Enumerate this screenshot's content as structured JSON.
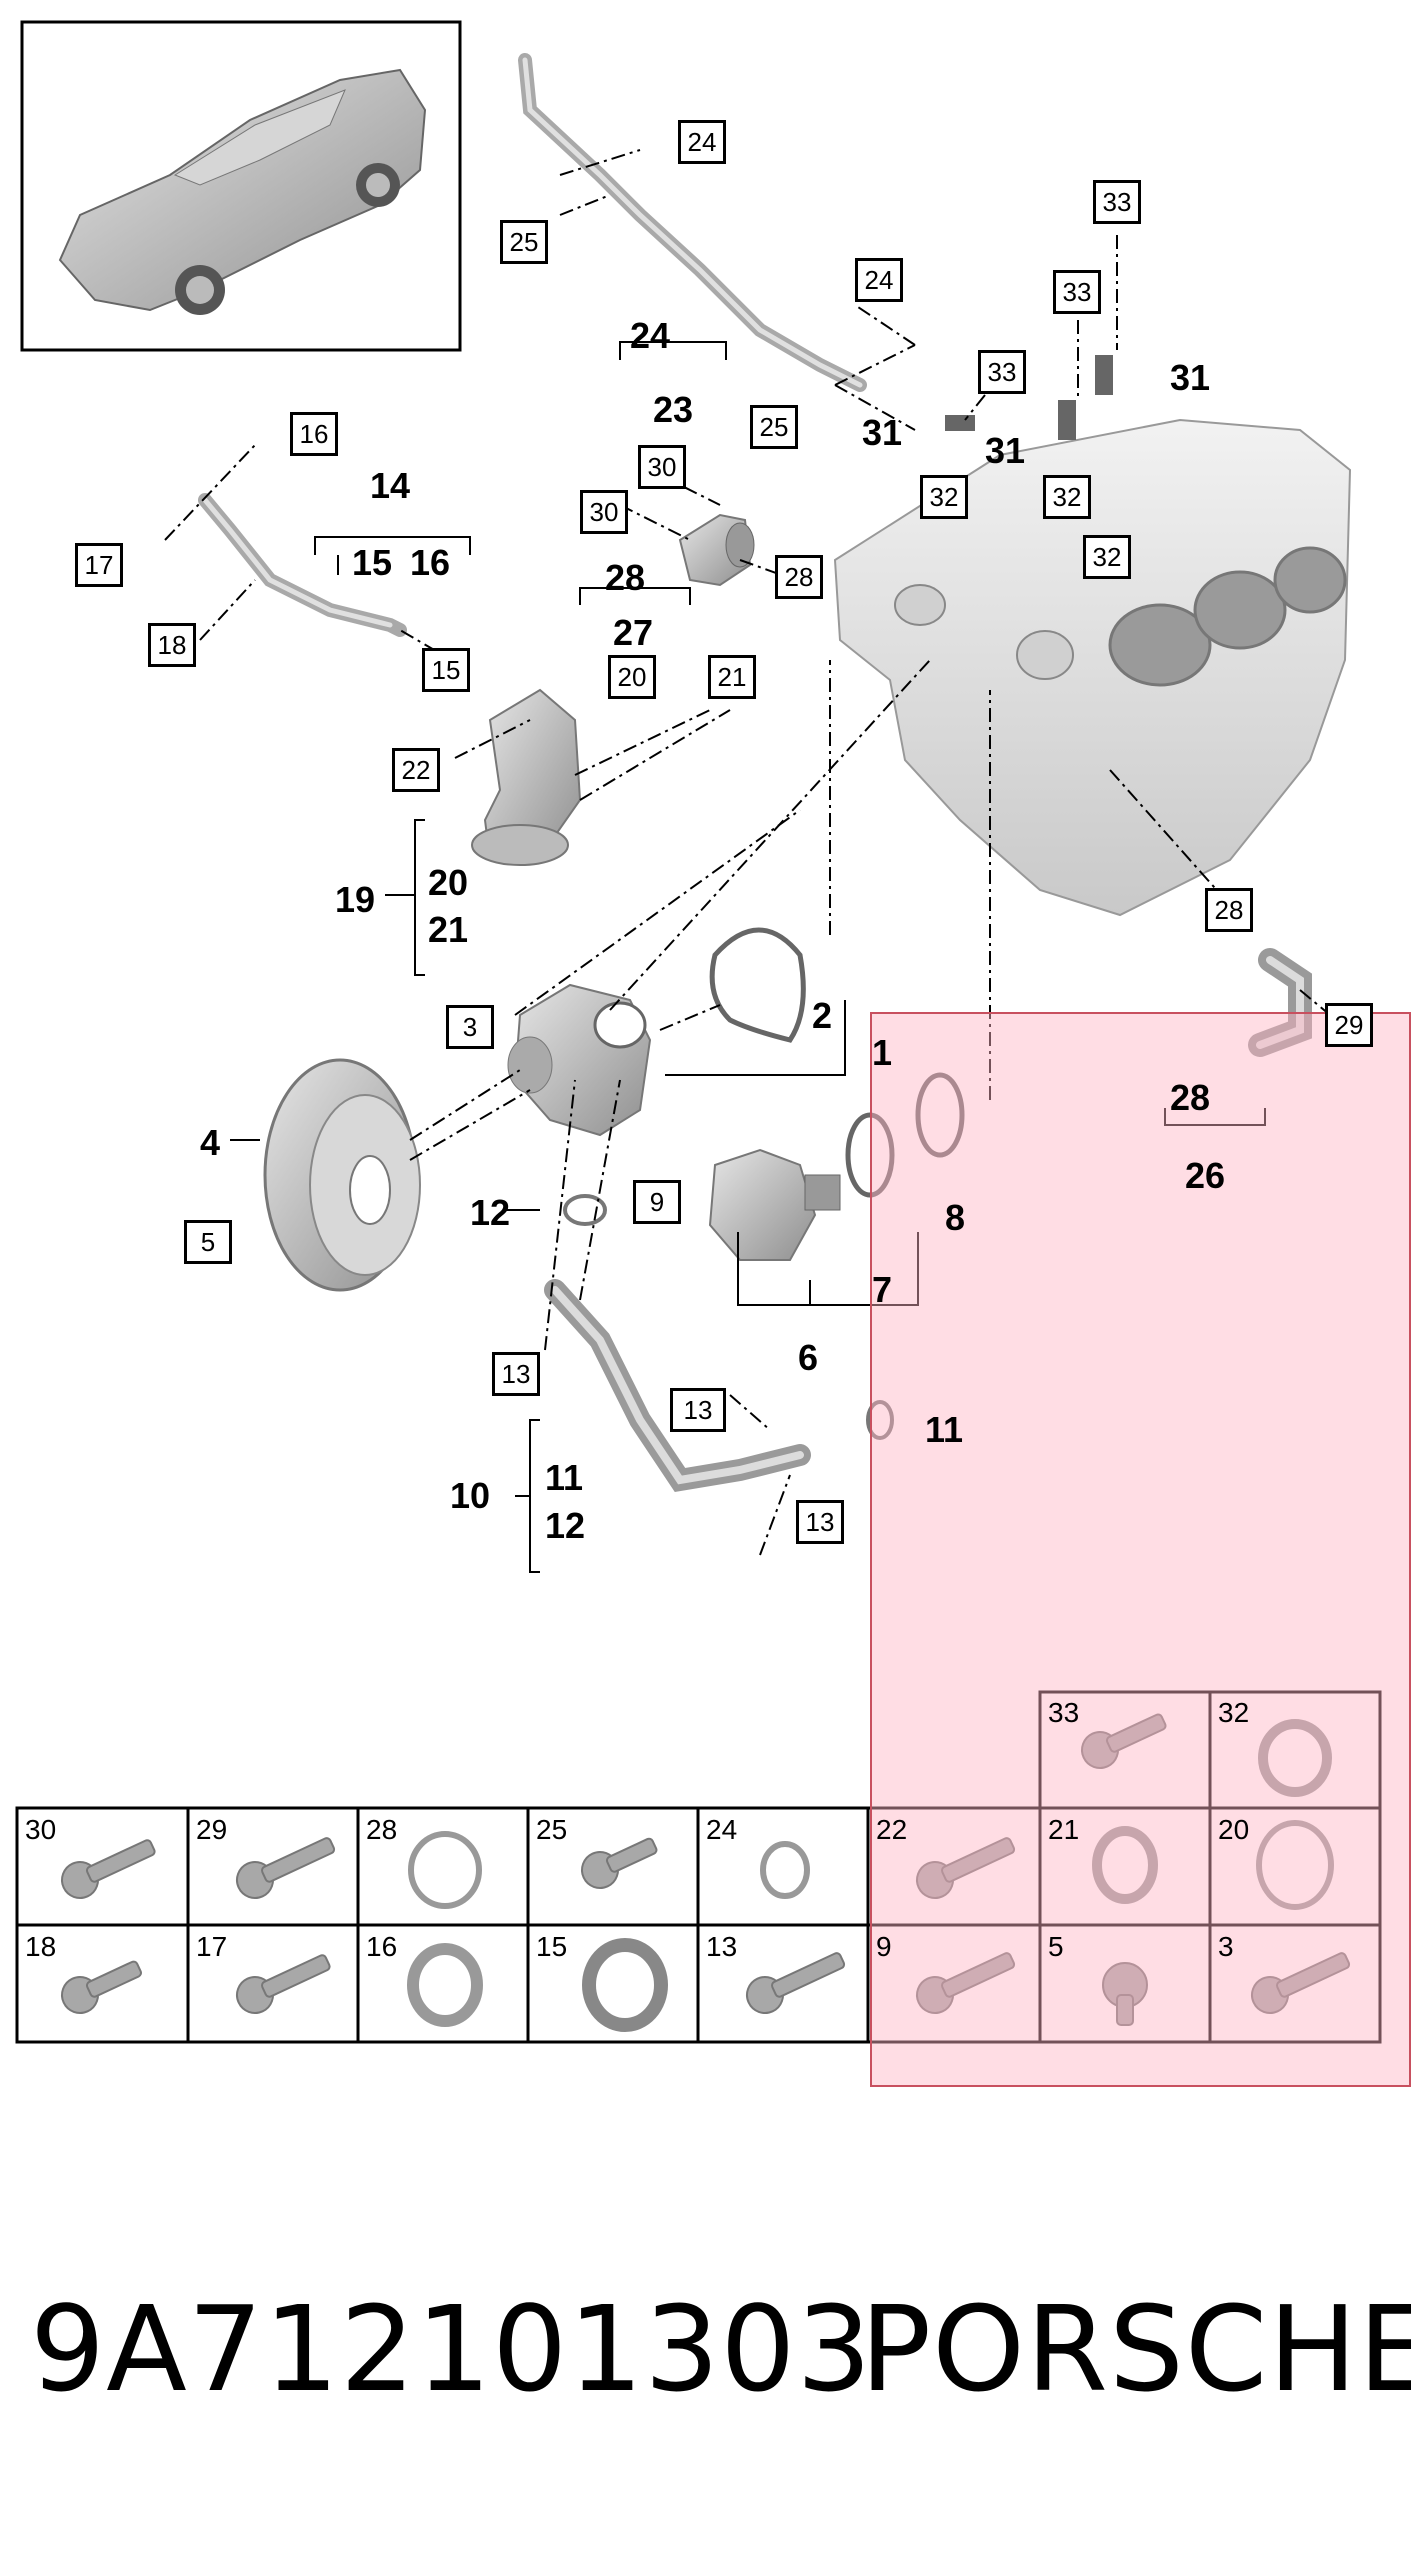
{
  "callouts": {
    "c1": "1",
    "c2": "2",
    "c3": "3",
    "c4": "4",
    "c5": "5",
    "c6": "6",
    "c7": "7",
    "c8": "8",
    "c9": "9",
    "c10": "10",
    "c11a": "11",
    "c11b": "11",
    "c12a": "12",
    "c12b": "12",
    "c13a": "13",
    "c13b": "13",
    "c13c": "13",
    "c14": "14",
    "c15a": "15",
    "c15b": "15",
    "c16a": "16",
    "c16b": "16",
    "c17": "17",
    "c18": "18",
    "c19": "19",
    "c20a": "20",
    "c20b": "20",
    "c21a": "21",
    "c21b": "21",
    "c22": "22",
    "c23": "23",
    "c24a": "24",
    "c24b": "24",
    "c24c": "24",
    "c25a": "25",
    "c25b": "25",
    "c26": "26",
    "c27": "27",
    "c28a": "28",
    "c28b": "28",
    "c28c": "28",
    "c28d": "28",
    "c29": "29",
    "c30a": "30",
    "c30b": "30",
    "c31a": "31",
    "c31b": "31",
    "c31c": "31",
    "c32a": "32",
    "c32b": "32",
    "c32c": "32",
    "c33a": "33",
    "c33b": "33",
    "c33c": "33"
  },
  "fastener_table": {
    "top_row": [
      "33",
      "32"
    ],
    "row1": [
      "30",
      "29",
      "28",
      "25",
      "24",
      "22",
      "21",
      "20"
    ],
    "row2": [
      "18",
      "17",
      "16",
      "15",
      "13",
      "9",
      "5",
      "3"
    ]
  },
  "footer": {
    "part_number": "9A712101303",
    "brand": "PORSCHE"
  },
  "colors": {
    "highlight": "#ffb4c3",
    "highlight_border": "#c8505f",
    "part_gray": "#b8b8b8"
  }
}
